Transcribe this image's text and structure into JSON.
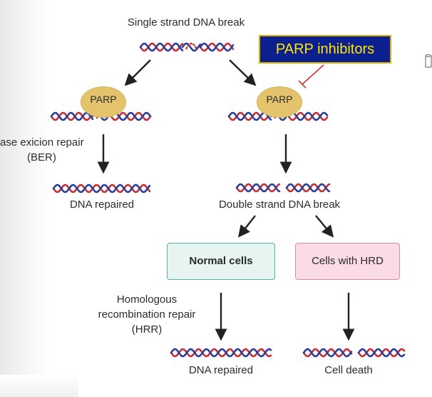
{
  "title": "Single strand DNA break",
  "inhibitor_label": "PARP inhibitors",
  "parp_label": "PARP",
  "left_branch": {
    "repair_label_line1": "ase exicion repair",
    "repair_label_line2": "(BER)",
    "result": "DNA repaired"
  },
  "right_branch": {
    "intermediate": "Double strand DNA break",
    "normal_cells": "Normal cells",
    "hrd_cells": "Cells with HRD",
    "hrr_line1": "Homologous",
    "hrr_line2": "recombination repair",
    "hrr_line3": "(HRR)",
    "normal_result": "DNA repaired",
    "hrd_result": "Cell death"
  },
  "colors": {
    "strand_red": "#c4303a",
    "strand_blue": "#2c3d9c",
    "parp_fill": "#e3c46d",
    "inhibitor_bg": "#0b1f8f",
    "inhibitor_text": "#ffe400",
    "inhibit_line": "#cc3333",
    "normal_fill": "#e6f4f2",
    "normal_border": "#5faea6",
    "hrd_fill": "#fbdbe6",
    "hrd_border": "#d98aa5",
    "arrow": "#222222"
  }
}
